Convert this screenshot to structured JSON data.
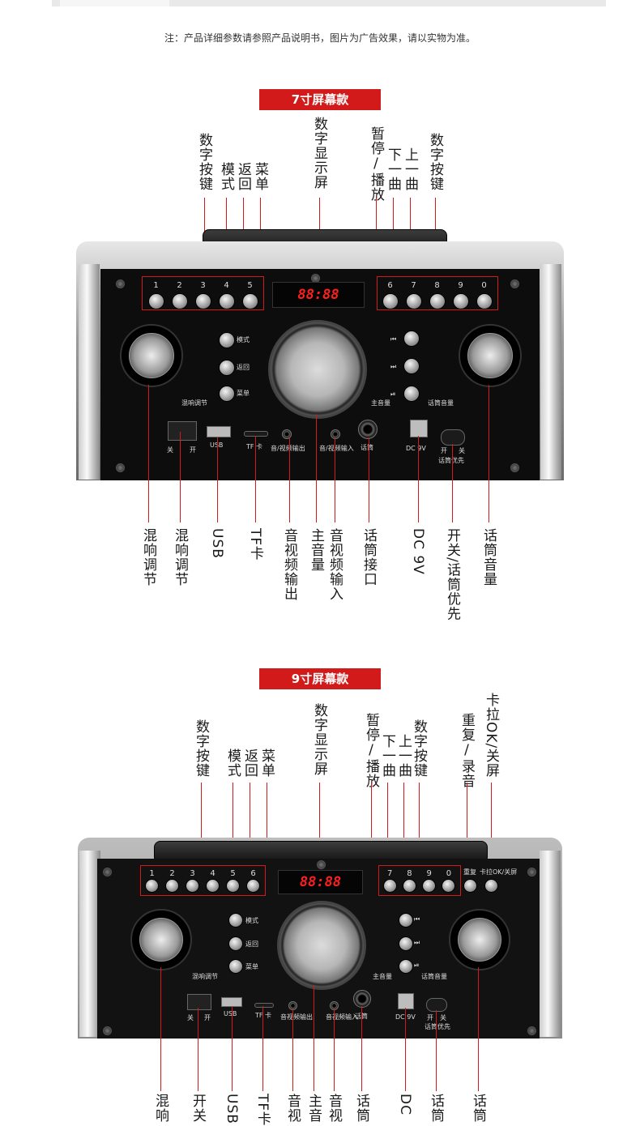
{
  "note": "注：产品详细参数请参照产品说明书，图片为广告效果，请以实物为准。",
  "section1": {
    "banner": "7寸屏幕款",
    "top_labels": {
      "number_keys_left": "数字按键",
      "mode": "模式",
      "back": "返回",
      "menu": "菜单",
      "display": "数字显示屏",
      "pause_play": "暂停/播放",
      "next": "下一曲",
      "prev": "上一曲",
      "number_keys_right": "数字按键"
    },
    "bottom_labels": {
      "reverb1": "混响调节",
      "reverb2": "混响调节",
      "usb": "USB",
      "tf": "TF卡",
      "av_out": "音视频输出",
      "main_vol": "主音量",
      "av_in": "音视频输入",
      "mic_jack": "话筒接口",
      "dc": "DC 9V",
      "switch_mic": "开关/话筒优先",
      "mic_vol": "话筒音量"
    },
    "device": {
      "display_text": "88:88",
      "nums_left": [
        "1",
        "2",
        "3",
        "4",
        "5"
      ],
      "nums_right": [
        "6",
        "7",
        "8",
        "9",
        "0"
      ],
      "btn_mode": "模式",
      "btn_back": "返回",
      "btn_menu": "菜单",
      "knob_reverb": "混响调节",
      "knob_main": "主音量",
      "knob_mic": "话筒音量",
      "sw_off": "关",
      "sw_on": "开",
      "port_usb": "USB",
      "port_tf": "TF 卡",
      "port_avout": "音/视频输出",
      "port_avin": "音/视频输入",
      "port_mic": "话筒",
      "port_dc": "DC 9V",
      "sw2_on": "开",
      "sw2_off": "关",
      "sw2_label": "话筒优先"
    }
  },
  "section2": {
    "banner": "9寸屏幕款",
    "top_labels": {
      "number_keys_left": "数字按键",
      "mode": "模式",
      "back": "返回",
      "menu": "菜单",
      "display": "数字显示屏",
      "pause_play": "暂停/播放",
      "next": "下一曲",
      "prev": "上一曲",
      "number_keys_right": "数字按键",
      "repeat_record": "重复/录音",
      "karaoke_off": "卡拉OK/关屏"
    },
    "bottom_labels": {
      "reverb": "混响",
      "switch": "开关",
      "usb": "USB",
      "tf": "TF卡",
      "av_out": "音视",
      "main_vol": "主音",
      "av_in": "音视",
      "mic_jack": "话筒",
      "dc": "DC",
      "mic_priority": "话筒",
      "mic_vol": "话筒"
    },
    "device": {
      "display_text": "88:88",
      "nums_left": [
        "1",
        "2",
        "3",
        "4",
        "5",
        "6"
      ],
      "nums_right": [
        "7",
        "8",
        "9",
        "0"
      ],
      "repeat": "重复",
      "karaoke": "卡拉OK/关屏",
      "btn_mode": "模式",
      "btn_back": "返回",
      "btn_menu": "菜单",
      "knob_reverb": "混响调节",
      "knob_main": "主音量",
      "knob_mic": "话筒音量",
      "sw_off": "关",
      "sw_on": "开",
      "port_usb": "USB",
      "port_tf": "TF 卡",
      "port_avout": "音视频输出",
      "port_avin": "音视频输入",
      "port_mic": "话筒",
      "port_dc": "DC 9V",
      "sw2_on": "开",
      "sw2_off": "关",
      "sw2_label": "话筒优先"
    }
  }
}
